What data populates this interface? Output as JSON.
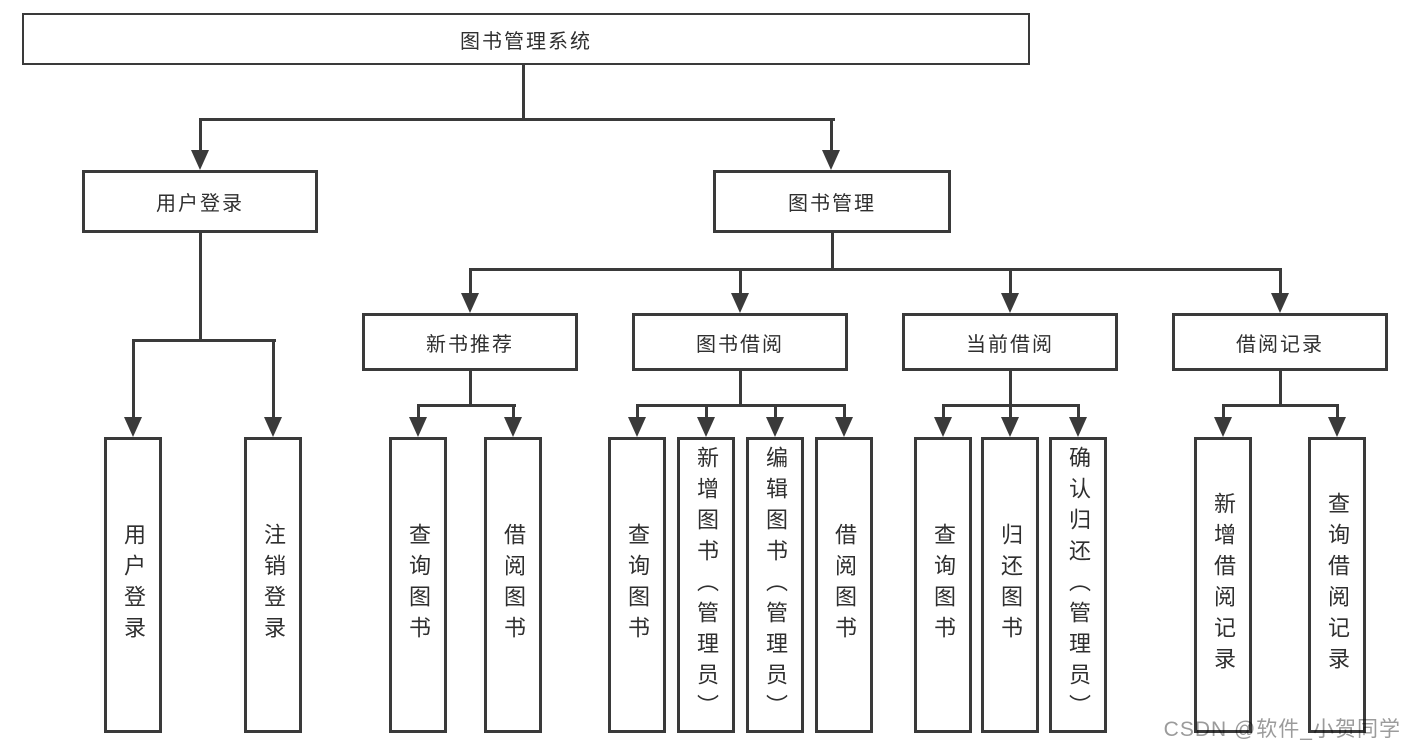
{
  "diagram": {
    "root_label": "图书管理系统",
    "level2": [
      {
        "label": "用户登录"
      },
      {
        "label": "图书管理"
      }
    ],
    "level3": [
      {
        "label": "新书推荐"
      },
      {
        "label": "图书借阅"
      },
      {
        "label": "当前借阅"
      },
      {
        "label": "借阅记录"
      }
    ],
    "leaves": [
      {
        "label": "用户登录"
      },
      {
        "label": "注销登录"
      },
      {
        "label": "查询图书"
      },
      {
        "label": "借阅图书"
      },
      {
        "label": "查询图书"
      },
      {
        "label": "新增图书（管理员）"
      },
      {
        "label": "编辑图书（管理员）"
      },
      {
        "label": "借阅图书"
      },
      {
        "label": "查询图书"
      },
      {
        "label": "归还图书"
      },
      {
        "label": "确认归还（管理员）"
      },
      {
        "label": "新增借阅记录"
      },
      {
        "label": "查询借阅记录"
      }
    ]
  },
  "watermark": {
    "text": "CSDN @软件_小贺同学"
  },
  "colors": {
    "line": "#3a3a3a",
    "text": "#2f2f2f",
    "watermark": "#9b9b9b",
    "bg": "#ffffff"
  }
}
